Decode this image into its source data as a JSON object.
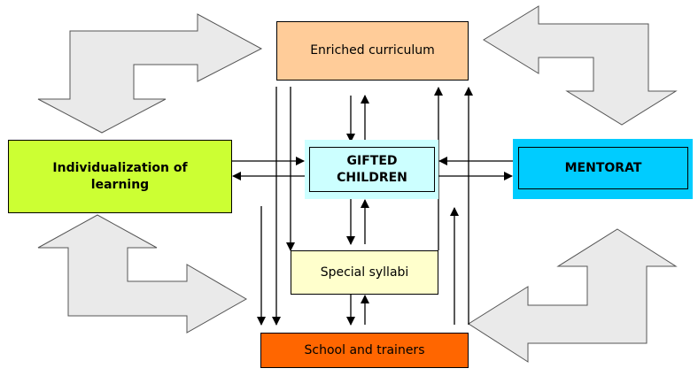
{
  "nodes": {
    "enriched": {
      "label": "Enriched curriculum",
      "color": "#FFCC99"
    },
    "gifted": {
      "label": "GIFTED CHILDREN",
      "color": "#CCFFFF"
    },
    "individualization": {
      "label": "Individualization of learning",
      "color": "#CCFF33"
    },
    "mentorat": {
      "label": "MENTORAT",
      "color": "#00CCFF"
    },
    "syllabi": {
      "label": "Special syllabi",
      "color": "#FFFFCC"
    },
    "school": {
      "label": "School and trainers",
      "color": "#FF6600"
    }
  },
  "colors": {
    "big_arrow_fill": "#EAEAEA",
    "big_arrow_stroke": "#555555",
    "connector": "#000000"
  }
}
